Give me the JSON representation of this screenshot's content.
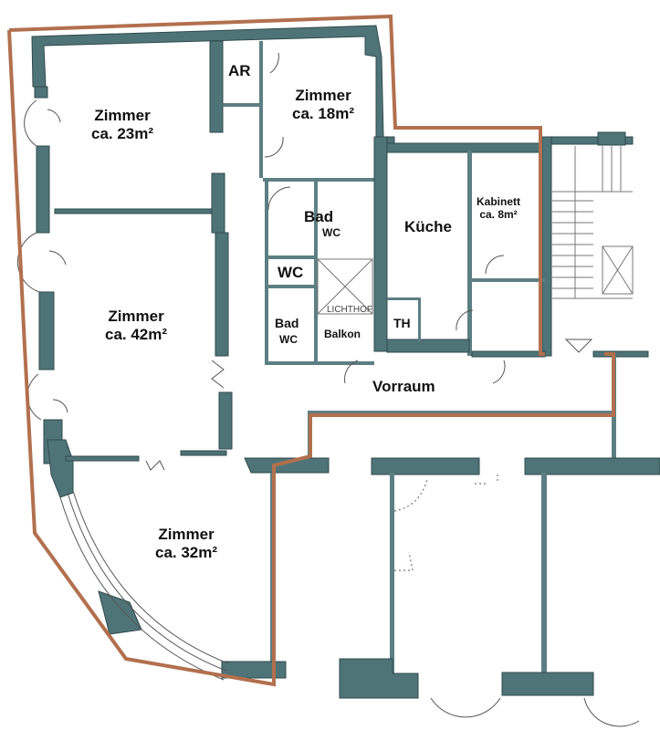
{
  "title": "Floor plan",
  "colors": {
    "wall": "#4f7478",
    "outline": "#b2704e",
    "background": "#ffffff"
  },
  "rooms": [
    {
      "id": "zimmer-23",
      "name": "Zimmer",
      "area": "ca. 23m²"
    },
    {
      "id": "ar",
      "name": "AR"
    },
    {
      "id": "zimmer-18",
      "name": "Zimmer",
      "area": "ca. 18m²"
    },
    {
      "id": "bad-wc-1",
      "name": "Bad",
      "sub": "WC"
    },
    {
      "id": "wc",
      "name": "WC"
    },
    {
      "id": "bad-wc-2",
      "name": "Bad",
      "sub": "WC"
    },
    {
      "id": "lichthof",
      "name": "LICHTHOF"
    },
    {
      "id": "balkon",
      "name": "Balkon"
    },
    {
      "id": "kueche",
      "name": "Küche"
    },
    {
      "id": "th",
      "name": "TH"
    },
    {
      "id": "kabinett",
      "name": "Kabinett",
      "area": "ca. 8m²"
    },
    {
      "id": "zimmer-42",
      "name": "Zimmer",
      "area": "ca. 42m²"
    },
    {
      "id": "vorraum",
      "name": "Vorraum"
    },
    {
      "id": "zimmer-32",
      "name": "Zimmer",
      "area": "ca. 32m²"
    }
  ]
}
